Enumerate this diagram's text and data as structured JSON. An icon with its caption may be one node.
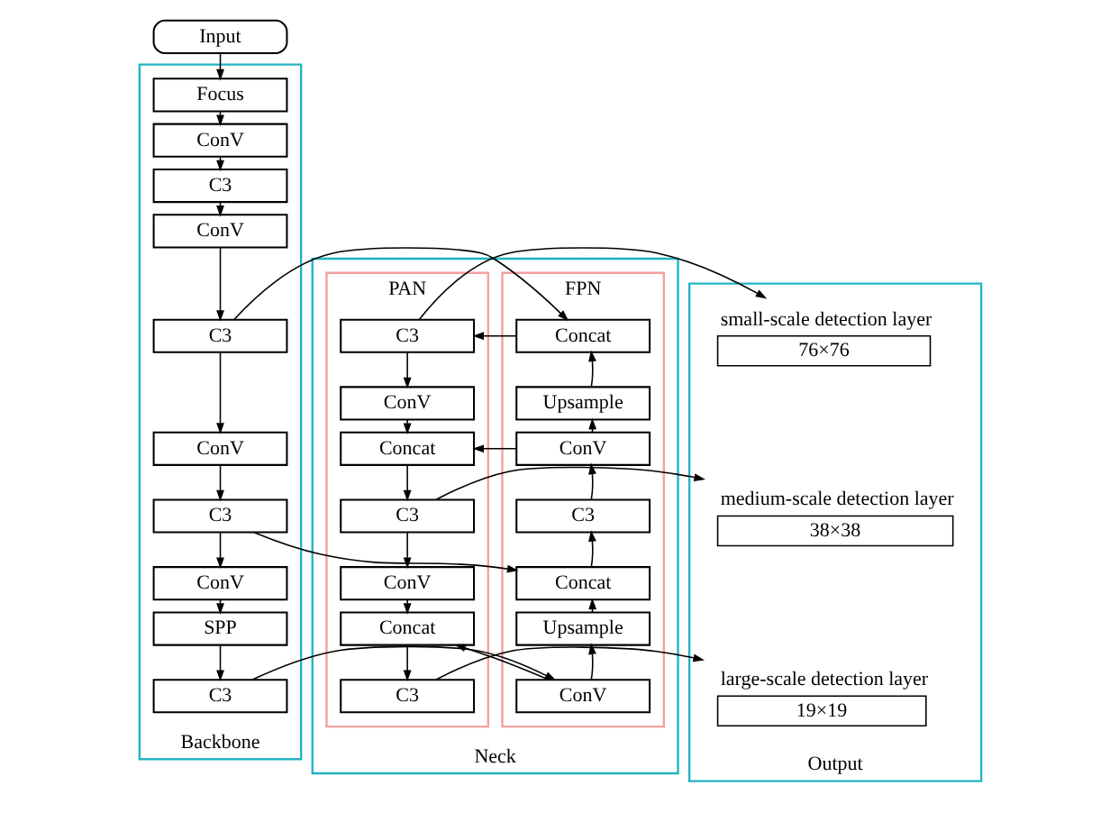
{
  "diagram": {
    "nodes": [
      {
        "text": [
          "Input"
        ]
      },
      {
        "text": [
          "Backbone"
        ]
      },
      {
        "text": [
          "Focus"
        ],
        "in": 1
      },
      {
        "text": [
          "ConV"
        ],
        "in": 1
      },
      {
        "text": [
          "C3"
        ],
        "in": 1
      },
      {
        "text": [
          "ConV"
        ],
        "in": 1
      },
      {
        "text": [
          "C3"
        ],
        "in": 1
      },
      {
        "text": [
          "ConV"
        ],
        "in": 1
      },
      {
        "text": [
          "C3"
        ],
        "in": 1
      },
      {
        "text": [
          "ConV"
        ],
        "in": 1
      },
      {
        "text": [
          "SPP"
        ],
        "in": 1
      },
      {
        "text": [
          "C3"
        ],
        "in": 1
      },
      {
        "text": [
          "Neck"
        ]
      },
      {
        "text": [
          "FPN"
        ],
        "in": 12
      },
      {
        "text": [
          "Concat"
        ],
        "in": 13
      },
      {
        "text": [
          "Upsample"
        ],
        "in": 13
      },
      {
        "text": [
          "ConV"
        ],
        "in": 13
      },
      {
        "text": [
          "C3"
        ],
        "in": 13
      },
      {
        "text": [
          "Concat"
        ],
        "in": 13
      },
      {
        "text": [
          "Upsample"
        ],
        "in": 13
      },
      {
        "text": [
          "ConV"
        ],
        "in": 13
      },
      {
        "text": [
          "PAN"
        ],
        "in": 12
      },
      {
        "text": [
          "C3"
        ],
        "in": 21
      },
      {
        "text": [
          "ConV"
        ],
        "in": 21
      },
      {
        "text": [
          "Concat"
        ],
        "in": 21
      },
      {
        "text": [
          "C3"
        ],
        "in": 21
      },
      {
        "text": [
          "ConV"
        ],
        "in": 21
      },
      {
        "text": [
          "Concat"
        ],
        "in": 21
      },
      {
        "text": [
          "C3"
        ],
        "in": 21
      },
      {
        "text": [
          "Output"
        ]
      },
      {
        "text": [
          "76×76"
        ],
        "beside": [
          "small-scale detection layer"
        ],
        "in": 29
      },
      {
        "text": [
          "38×38"
        ],
        "beside": [
          "medium-scale detection layer"
        ],
        "in": 29
      },
      {
        "text": [
          "19×19"
        ],
        "beside": [
          "large-scale detection layer"
        ],
        "in": 29
      }
    ],
    "edges": [
      {
        "from": 0,
        "to": 2,
        "arrow": "to"
      },
      {
        "from": 2,
        "to": 3,
        "arrow": "to"
      },
      {
        "from": 3,
        "to": 4,
        "arrow": "to"
      },
      {
        "from": 4,
        "to": 5,
        "arrow": "to"
      },
      {
        "from": 5,
        "to": 6,
        "arrow": "to"
      },
      {
        "from": 6,
        "to": 7,
        "arrow": "to"
      },
      {
        "from": 7,
        "to": 8,
        "arrow": "to"
      },
      {
        "from": 8,
        "to": 9,
        "arrow": "to"
      },
      {
        "from": 9,
        "to": 10,
        "arrow": "to"
      },
      {
        "from": 10,
        "to": 11,
        "arrow": "to"
      },
      {
        "from": 6,
        "to": 14,
        "arrow": "to"
      },
      {
        "from": 8,
        "to": 18,
        "arrow": "to"
      },
      {
        "from": 11,
        "to": 20,
        "arrow": "to"
      },
      {
        "from": 20,
        "to": 19,
        "arrow": "to"
      },
      {
        "from": 19,
        "to": 18,
        "arrow": "to"
      },
      {
        "from": 18,
        "to": 17,
        "arrow": "to"
      },
      {
        "from": 17,
        "to": 16,
        "arrow": "to"
      },
      {
        "from": 16,
        "to": 15,
        "arrow": "to"
      },
      {
        "from": 15,
        "to": 14,
        "arrow": "to"
      },
      {
        "from": 14,
        "to": 22,
        "arrow": "to"
      },
      {
        "from": 16,
        "to": 24,
        "arrow": "to"
      },
      {
        "from": 20,
        "to": 27,
        "arrow": "to"
      },
      {
        "from": 22,
        "to": 23,
        "arrow": "to"
      },
      {
        "from": 23,
        "to": 24,
        "arrow": "to"
      },
      {
        "from": 24,
        "to": 25,
        "arrow": "to"
      },
      {
        "from": 25,
        "to": 26,
        "arrow": "to"
      },
      {
        "from": 26,
        "to": 27,
        "arrow": "to"
      },
      {
        "from": 27,
        "to": 28,
        "arrow": "to"
      },
      {
        "from": 22,
        "to": 30,
        "arrow": "to"
      },
      {
        "from": 25,
        "to": 31,
        "arrow": "to"
      },
      {
        "from": 28,
        "to": 32,
        "arrow": "to"
      }
    ]
  }
}
